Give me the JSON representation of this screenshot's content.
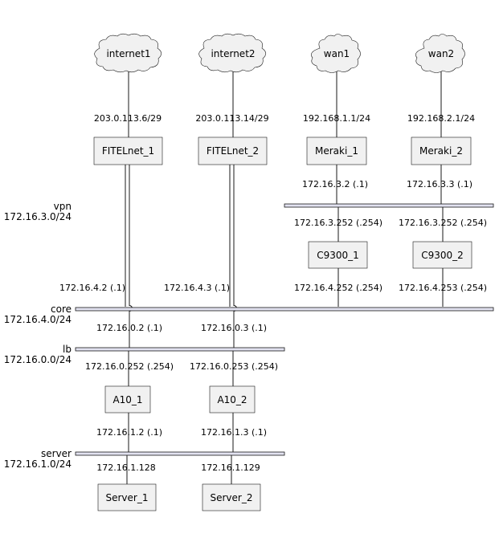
{
  "networks": {
    "vpn": {
      "name": "vpn",
      "address": "172.16.3.0/24"
    },
    "core": {
      "name": "core",
      "address": "172.16.4.0/24"
    },
    "lb": {
      "name": "lb",
      "address": "172.16.0.0/24"
    },
    "server": {
      "name": "server",
      "address": "172.16.1.0/24"
    }
  },
  "clouds": {
    "internet1": "internet1",
    "internet2": "internet2",
    "wan1": "wan1",
    "wan2": "wan2"
  },
  "nodes": {
    "fitelnet1": "FITELnet_1",
    "fitelnet2": "FITELnet_2",
    "meraki1": "Meraki_1",
    "meraki2": "Meraki_2",
    "c9300_1": "C9300_1",
    "c9300_2": "C9300_2",
    "a10_1": "A10_1",
    "a10_2": "A10_2",
    "server1": "Server_1",
    "server2": "Server_2"
  },
  "addresses": {
    "fitelnet1_wan": "203.0.113.6/29",
    "fitelnet2_wan": "203.0.113.14/29",
    "meraki1_wan": "192.168.1.1/24",
    "meraki2_wan": "192.168.2.1/24",
    "meraki1_vpn": "172.16.3.2 (.1)",
    "meraki2_vpn": "172.16.3.3 (.1)",
    "c9300_1_vpn": "172.16.3.252 (.254)",
    "c9300_2_vpn": "172.16.3.252 (.254)",
    "fitelnet1_core": "172.16.4.2 (.1)",
    "fitelnet2_core": "172.16.4.3 (.1)",
    "c9300_1_core": "172.16.4.252 (.254)",
    "c9300_2_core": "172.16.4.253 (.254)",
    "fitelnet1_lb": "172.16.0.2 (.1)",
    "fitelnet2_lb": "172.16.0.3 (.1)",
    "a10_1_lb": "172.16.0.252 (.254)",
    "a10_2_lb": "172.16.0.253 (.254)",
    "a10_1_server": "172.16.1.2 (.1)",
    "a10_2_server": "172.16.1.3 (.1)",
    "server1_addr": "172.16.1.128",
    "server2_addr": "172.16.1.129"
  }
}
